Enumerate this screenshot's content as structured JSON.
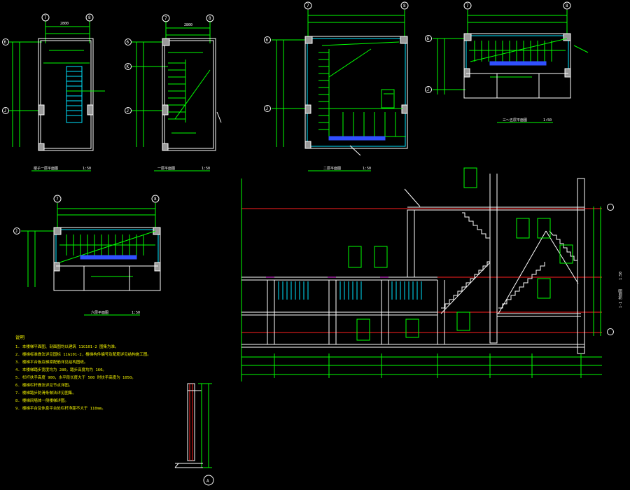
{
  "colors": {
    "background": "#000000",
    "wall": "#ffffff",
    "green": "#00ff00",
    "cyan": "#00e5ff",
    "blue": "#3050ff",
    "red": "#ff2020",
    "yellow": "#f2f200",
    "magenta": "#ff40ff",
    "grey": "#9a9a9a"
  },
  "plans": {
    "plan1": {
      "width_label": "2800",
      "grid_top_left": "7",
      "grid_top_right": "8",
      "grid_left": [
        "6",
        "J"
      ],
      "caption": "楼子一层平面图",
      "scale": "1:50"
    },
    "plan2": {
      "width_label": "2800",
      "grid_top_left": "7",
      "grid_top_right": "8",
      "grid_left": [
        "6",
        "K",
        "J"
      ],
      "caption": "一层平面图",
      "scale": "1:50"
    },
    "plan3": {
      "grid_top_left": "7",
      "grid_top_right": "8",
      "grid_left": [
        "6",
        "J"
      ],
      "caption": "二层平面图",
      "scale": "1:50"
    },
    "plan4": {
      "grid_top_left": "7",
      "grid_top_right": "8",
      "grid_left": [
        "6",
        "J"
      ],
      "caption": "三～五层平面图",
      "scale": "1:50"
    },
    "plan5": {
      "grid_top_left": "7",
      "grid_top_right": "8",
      "grid_left": [
        "J"
      ],
      "caption": "六层平面图",
      "scale": "1:50"
    }
  },
  "section": {
    "title": "1-1 剖面图",
    "scale": "1:50"
  },
  "detail": {
    "bubble": "A"
  },
  "notes": {
    "title": "说明",
    "items": [
      "1. 本楼梯平面图、剖面图均以建筑 11G101-2 图集为准。",
      "2. 楼梯标准做法详见国标 11G101-2，楼梯构件编号及配筋详见结构施工图。",
      "3. 楼梯平台板及梯梁配筋详见结构图纸。",
      "4. 本楼梯踏步宽度均为 280，踏步高度均为 160。",
      "5. 栏杆扶手高度 900，水平段长度大于 500 时扶手高度为 1050。",
      "6. 楼梯栏杆做法详见节点详图。",
      "7. 楼梯踏步防滑条做法详见图集。",
      "8. 楼梯间墙体一侧楼梯详图。",
      "9. 楼梯平台及休息平台处栏杆净距不大于 110mm。"
    ]
  }
}
